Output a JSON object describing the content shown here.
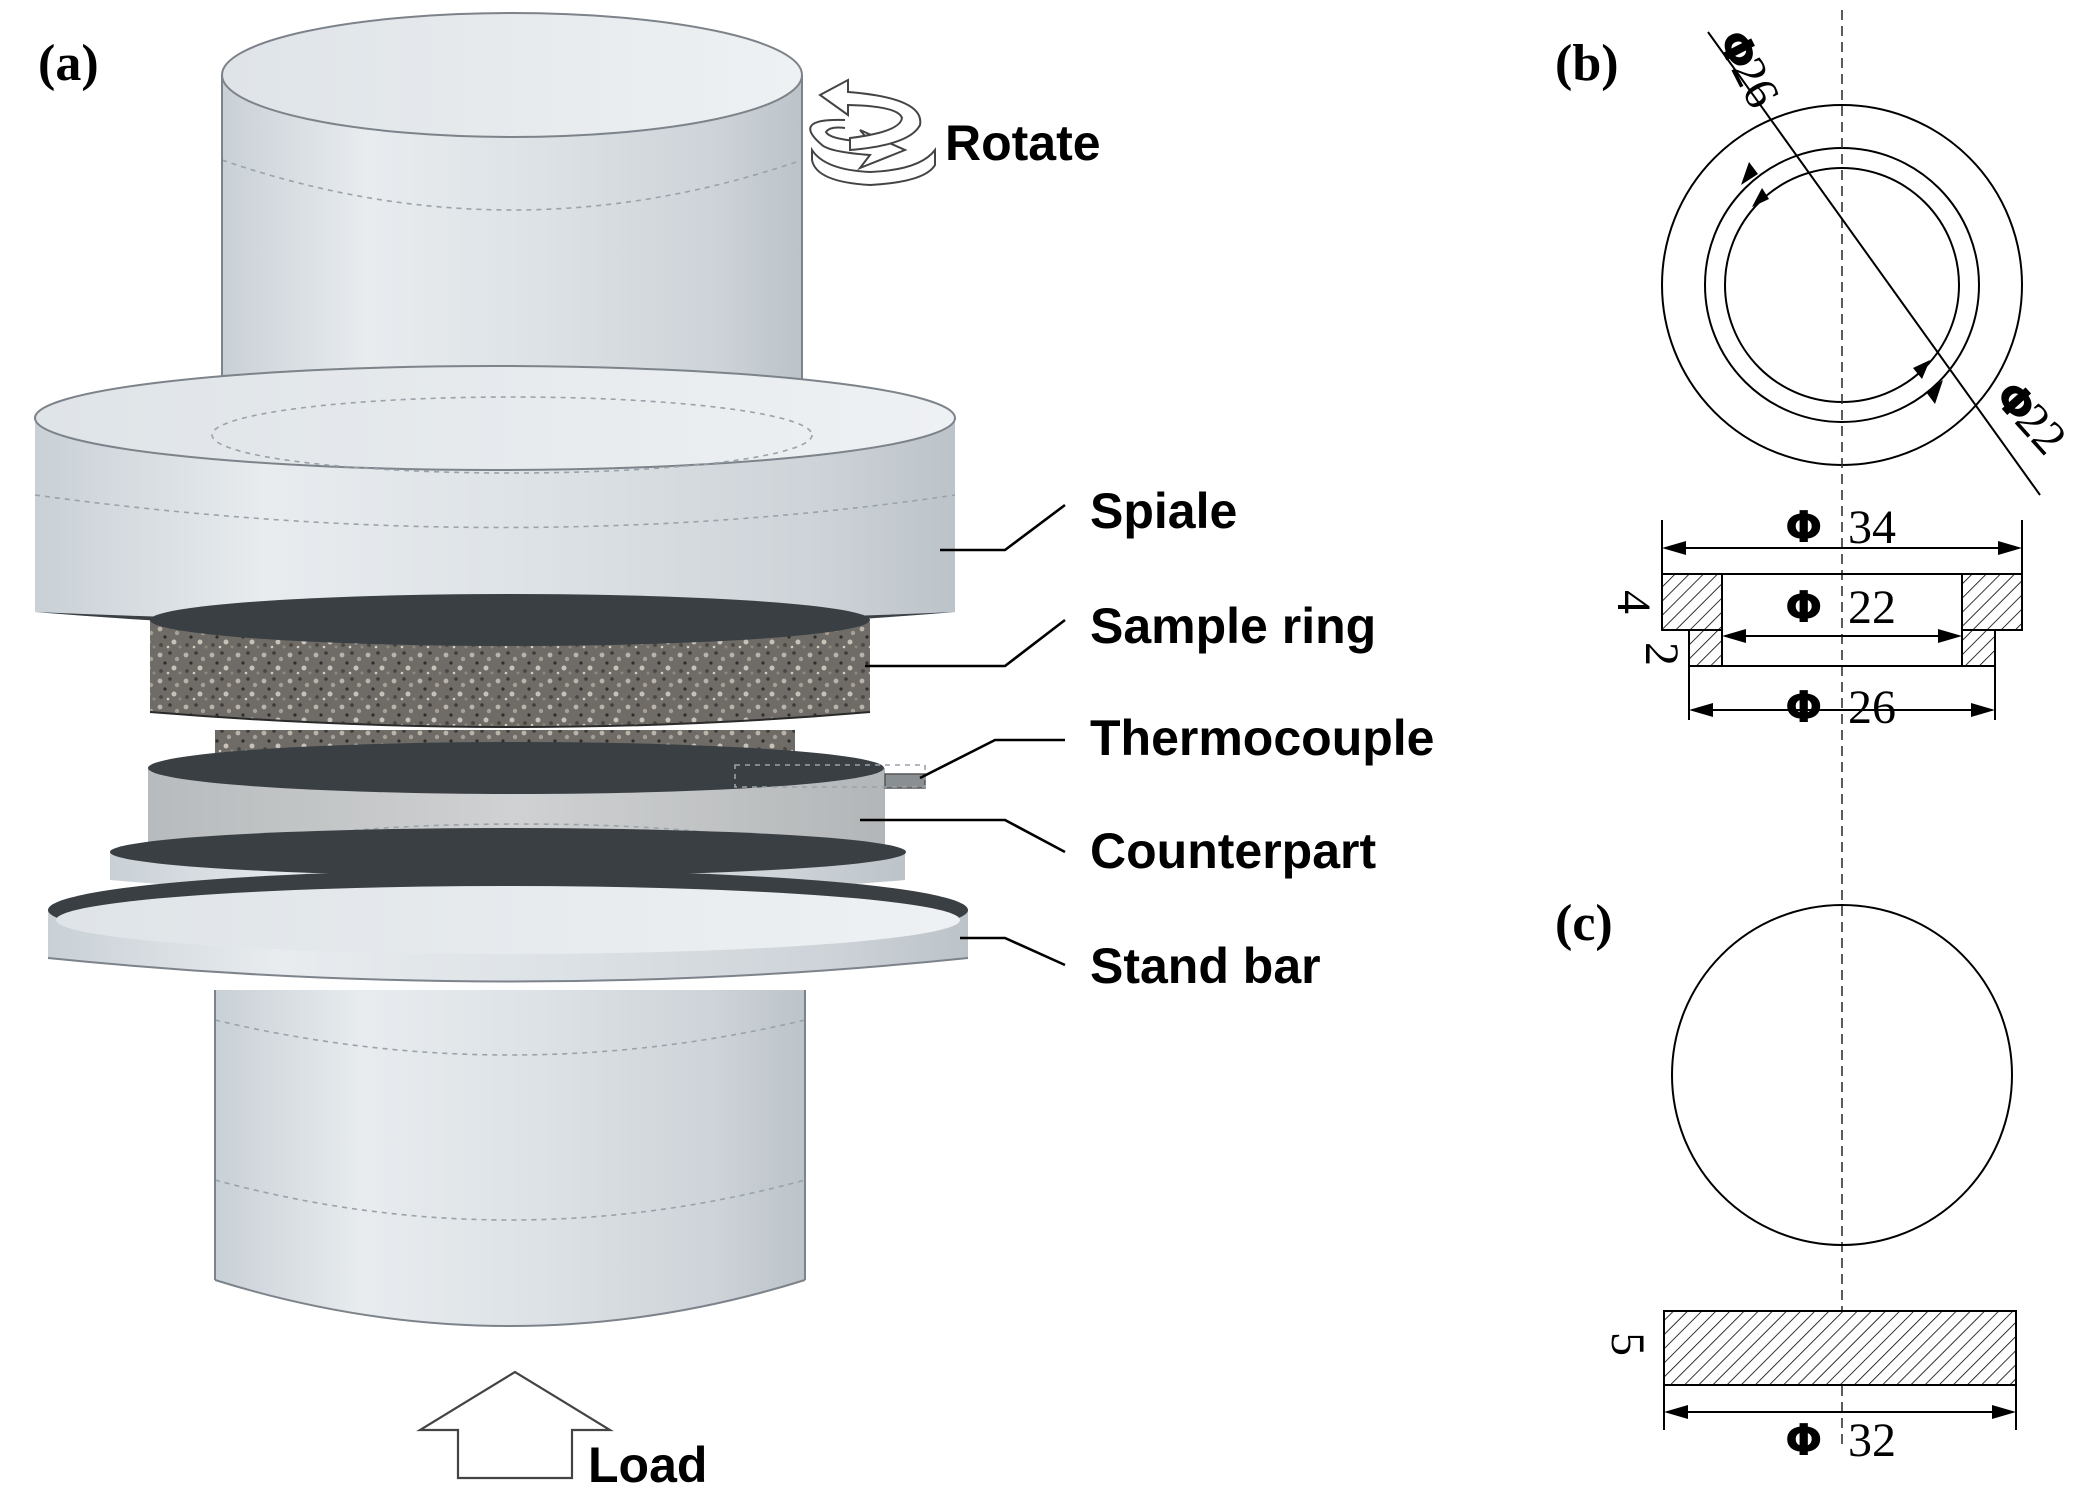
{
  "panels": {
    "a": "(a)",
    "b": "(b)",
    "c": "(c)"
  },
  "callouts": {
    "rotate": "Rotate",
    "spiale": "Spiale",
    "sample_ring": "Sample ring",
    "thermocouple": "Thermocouple",
    "counterpart": "Counterpart",
    "stand_bar": "Stand bar",
    "load": "Load"
  },
  "dimensions_b": {
    "phi": "Φ",
    "outer_top": "26",
    "inner_top": "22",
    "outer": "34",
    "bore": "22",
    "step": "26",
    "height": "4",
    "step_height": "2"
  },
  "dimensions_c": {
    "phi": "Φ",
    "diameter": "32",
    "thickness": "5"
  },
  "colors": {
    "metal_light": "#e6eaee",
    "metal_mid": "#c7cdd3",
    "metal_dark": "#9aa2a9",
    "rim_dark": "#3a3f44",
    "sample_ring": "#6e6b66",
    "counterpart": "#c3c5c6"
  }
}
